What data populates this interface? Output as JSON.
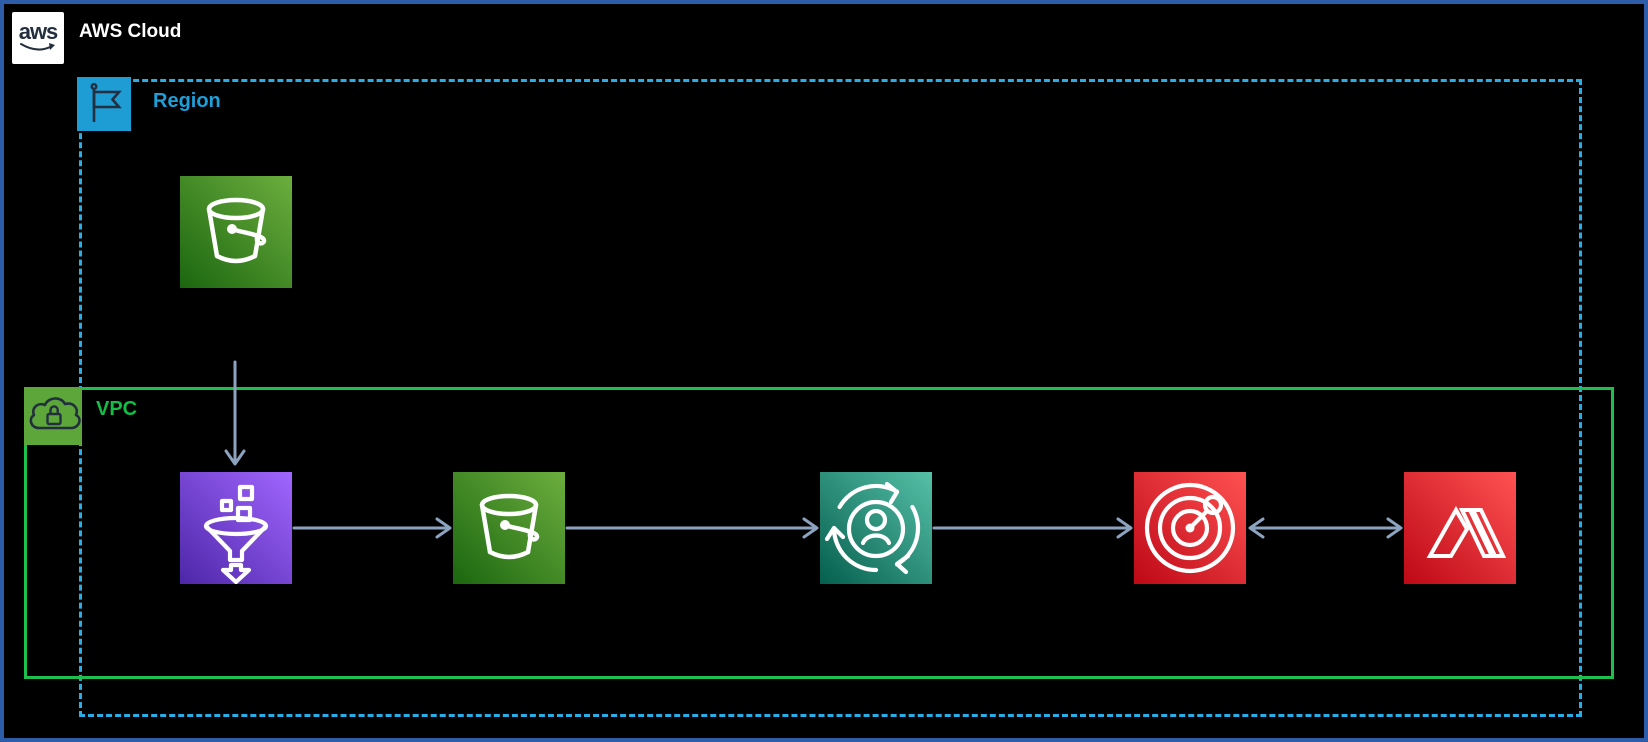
{
  "header": {
    "logo_text": "aws",
    "title": "AWS Cloud"
  },
  "groups": {
    "aws_cloud": {
      "label": "AWS Cloud",
      "border_color": "#2D5DA9",
      "background": "#000000"
    },
    "region": {
      "label": "Region",
      "border_style": "dashed",
      "border_color": "#29ADE7",
      "label_color": "#1E9FD9",
      "icon": "region-flag-icon",
      "icon_bg": "#1E9CD4"
    },
    "vpc": {
      "label": "VPC",
      "border_style": "solid",
      "border_color": "#1FBF4C",
      "label_color": "#12BE46",
      "icon": "vpc-cloud-lock-icon",
      "icon_bg": "#5CA63A"
    }
  },
  "nodes": [
    {
      "id": "s3-bucket-top",
      "icon": "s3-bucket-icon",
      "area": "region",
      "gradient": [
        "#1B660F",
        "#6CAE3E"
      ]
    },
    {
      "id": "firehose-funnel",
      "icon": "kinesis-firehose-funnel-icon",
      "area": "vpc",
      "gradient": [
        "#4D27A8",
        "#A166FF"
      ]
    },
    {
      "id": "s3-bucket-vpc",
      "icon": "s3-bucket-icon",
      "area": "vpc",
      "gradient": [
        "#1B660F",
        "#6CAE3E"
      ]
    },
    {
      "id": "user-sync",
      "icon": "user-sync-arrows-icon",
      "area": "vpc",
      "gradient": [
        "#055F4E",
        "#56C0A7"
      ]
    },
    {
      "id": "radar-target",
      "icon": "radar-target-icon",
      "area": "vpc",
      "gradient": [
        "#BD0816",
        "#FF5252"
      ]
    },
    {
      "id": "amplify",
      "icon": "amplify-logo-icon",
      "area": "vpc",
      "gradient": [
        "#BD0816",
        "#FF5252"
      ]
    }
  ],
  "connectors": [
    {
      "from": "s3-bucket-top",
      "to": "firehose-funnel",
      "direction": "down",
      "arrowheads": [
        "end"
      ]
    },
    {
      "from": "firehose-funnel",
      "to": "s3-bucket-vpc",
      "direction": "right",
      "arrowheads": [
        "end"
      ]
    },
    {
      "from": "s3-bucket-vpc",
      "to": "user-sync",
      "direction": "right",
      "arrowheads": [
        "end"
      ]
    },
    {
      "from": "user-sync",
      "to": "radar-target",
      "direction": "right",
      "arrowheads": [
        "end"
      ]
    },
    {
      "from": "radar-target",
      "to": "amplify",
      "direction": "both",
      "arrowheads": [
        "start",
        "end"
      ]
    }
  ],
  "colors": {
    "connector": "#8CA3BF",
    "glyph_on_node": "#FFFFFF",
    "glyph_on_group_icon": "#232F3E",
    "logo_text": "#232F3E"
  }
}
